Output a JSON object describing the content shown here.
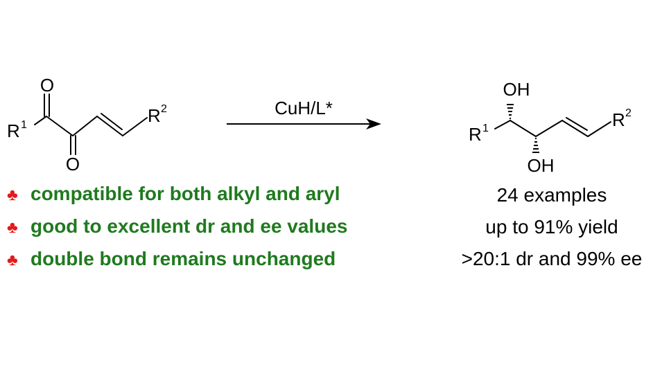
{
  "colors": {
    "feature_text": "#1f7a1f",
    "bullet": "#e01b1b",
    "ink": "#000000"
  },
  "substrate": {
    "o_top": "O",
    "o_bottom": "O",
    "r1": "R",
    "r1_sup": "1",
    "r2": "R",
    "r2_sup": "2"
  },
  "reaction": {
    "reagent": "CuH/L*"
  },
  "product": {
    "oh_top": "OH",
    "oh_bottom": "OH",
    "r1": "R",
    "r1_sup": "1",
    "r2": "R",
    "r2_sup": "2"
  },
  "features": {
    "bullet_icon": "club-suit",
    "bullet_glyph": "♣",
    "items": [
      "compatible for both alkyl and aryl",
      "good to excellent dr and ee values",
      "double bond remains unchanged"
    ]
  },
  "results": {
    "examples": "24 examples",
    "yield": "up to 91% yield",
    "selectivity": ">20:1 dr and 99% ee"
  }
}
